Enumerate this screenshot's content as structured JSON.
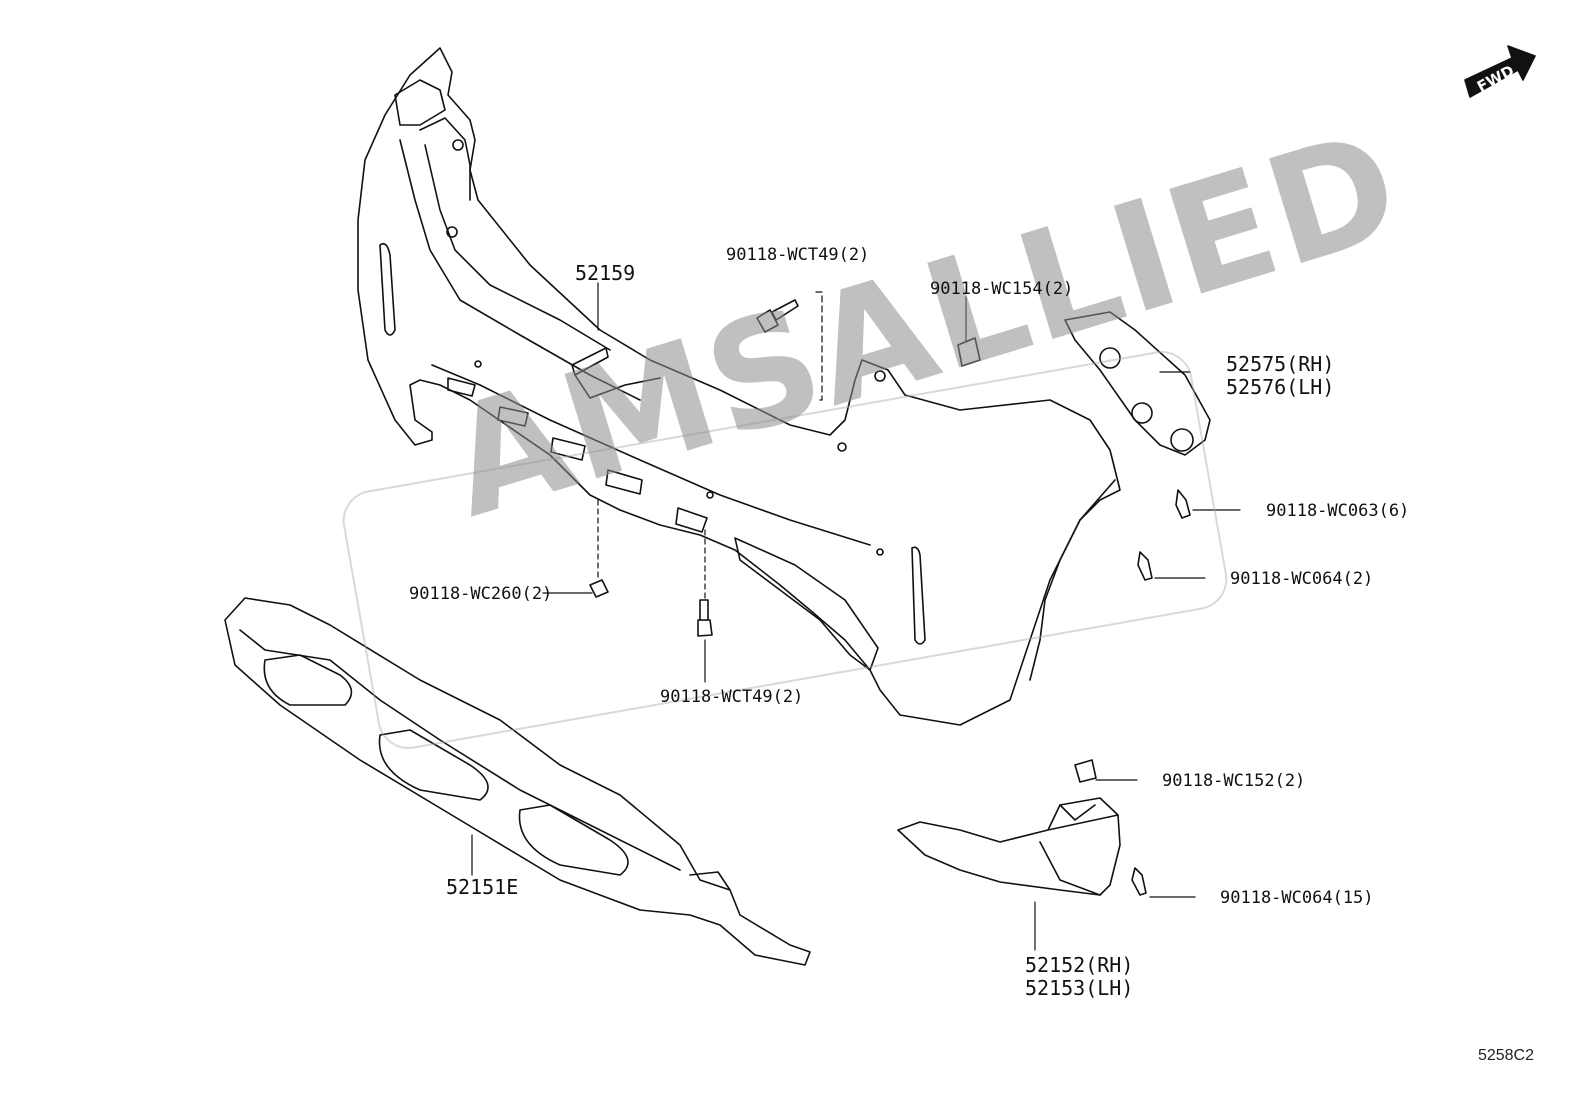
{
  "diagram": {
    "direction_badge": "FWD",
    "watermark": "AMSALLIED",
    "drawing_code": "5258C2",
    "labels": {
      "bumper_cover": "52159",
      "bolt_top": "90118-WCT49(2)",
      "clip_top": "90118-WC154(2)",
      "retainer_rh": "52575(RH)",
      "retainer_lh": "52576(LH)",
      "screw_wc063": "90118-WC063(6)",
      "screw_wc064_a": "90118-WC064(2)",
      "nut_wc260": "90118-WC260(2)",
      "bolt_lower": "90118-WCT49(2)",
      "lower_cover": "52151E",
      "clip_wc152": "90118-WC152(2)",
      "screw_wc064_b": "90118-WC064(15)",
      "extension_rh": "52152(RH)",
      "extension_lh": "52153(LH)"
    }
  }
}
